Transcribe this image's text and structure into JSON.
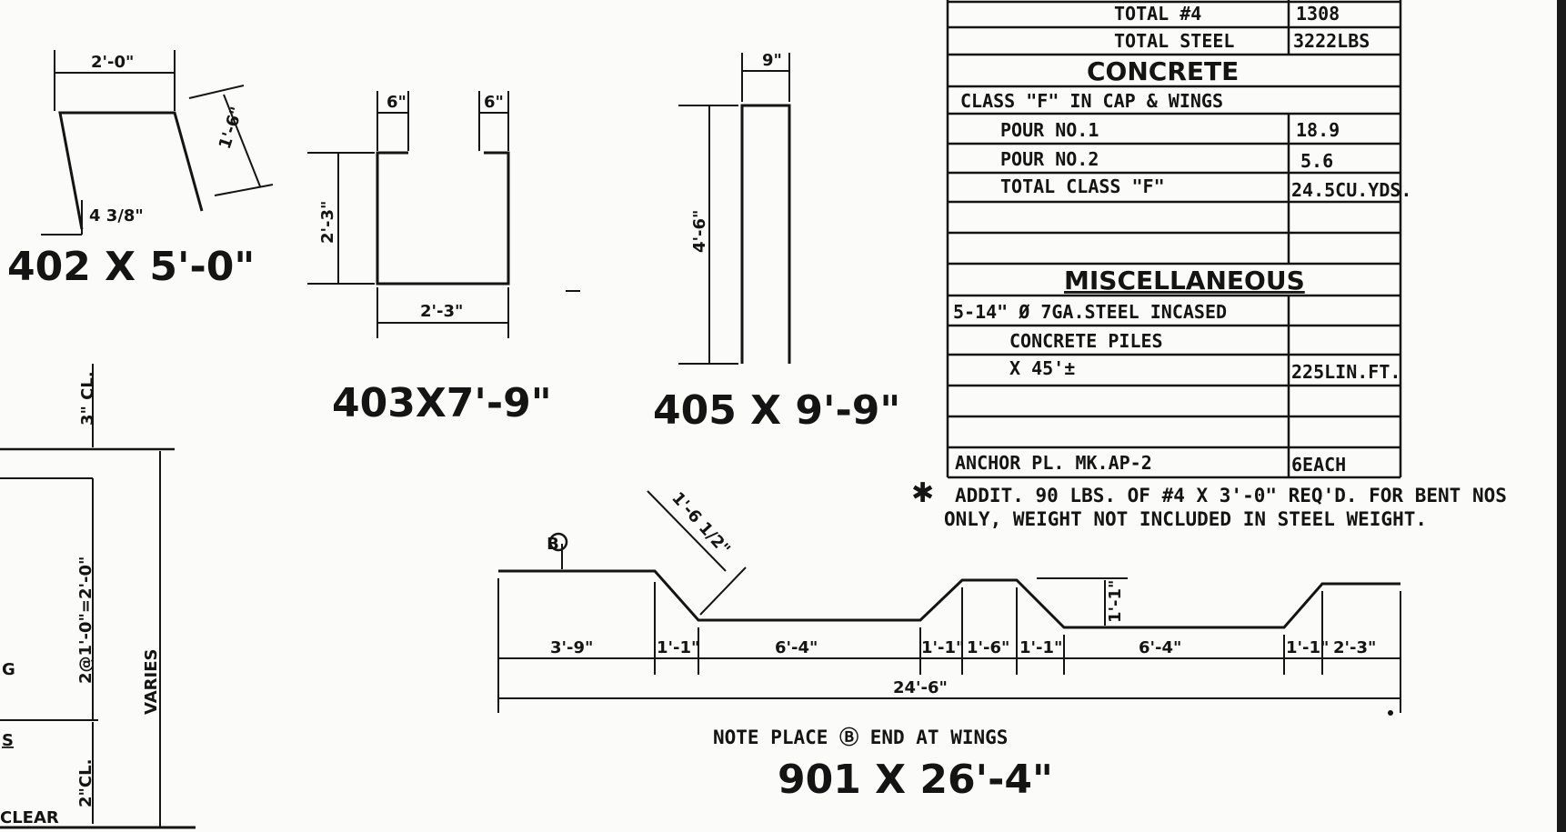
{
  "table": {
    "total_4_label": "TOTAL #4",
    "total_4_value": "1308",
    "total_steel_label": "TOTAL STEEL",
    "total_steel_value": "3222LBS",
    "concrete_header": "CONCRETE",
    "class_f_label": "CLASS \"F\" IN CAP & WINGS",
    "pour1_label": "POUR NO.1",
    "pour1_value": "18.9",
    "pour2_label": "POUR NO.2",
    "pour2_value": "5.6",
    "total_class_f_label": "TOTAL CLASS \"F\"",
    "total_class_f_value": "24.5CU.YDS.",
    "misc_header": "MISCELLANEOUS",
    "piles_line1": "5-14\" Ø 7GA.STEEL INCASED",
    "piles_line2": "CONCRETE PILES",
    "piles_line3": "X 45'±",
    "piles_value": "225LIN.FT.",
    "anchor_label": "ANCHOR PL. MK.AP-2",
    "anchor_value": "6EACH"
  },
  "footnote": {
    "star": "✱",
    "line1": "ADDIT. 90 LBS. OF #4 X 3'-0\" REQ'D. FOR BENT NOS",
    "line2": "ONLY, WEIGHT NOT INCLUDED IN STEEL WEIGHT."
  },
  "bars": {
    "b402": {
      "label": "402 X 5'-0\"",
      "dim_top": "2'-0\"",
      "dim_side": "1'-6\"",
      "dim_offset": "4 3/8\""
    },
    "b403": {
      "label": "403X7'-9\"",
      "dim_left": "6\"",
      "dim_right": "6\"",
      "dim_height": "2'-3\"",
      "dim_bottom": "2'-3\""
    },
    "b405": {
      "label": "405 X 9'-9\"",
      "dim_top": "9\"",
      "dim_height": "4'-6\""
    },
    "b901": {
      "label": "901 X 26'-4\"",
      "note": "NOTE PLACE Ⓑ END AT WINGS",
      "marker": "B",
      "dims": [
        "3'-9\"",
        "1'-1\"",
        "6'-4\"",
        "1'-1\"",
        "1'-6\"",
        "1'-1\"",
        "6'-4\"",
        "1'-1\"",
        "2'-3\""
      ],
      "overall": "24'-6\"",
      "slope": "1'-6 1/2\"",
      "rise": "1'-1\""
    }
  },
  "left_section": {
    "top_dim": "3\" CL.",
    "spacing": "2@1'-0\"=2'-0\"",
    "varies": "VARIES",
    "clear": "2\"CL.",
    "letter_g": "G",
    "letter_s": "S",
    "bottom_text": "CLEAR"
  }
}
